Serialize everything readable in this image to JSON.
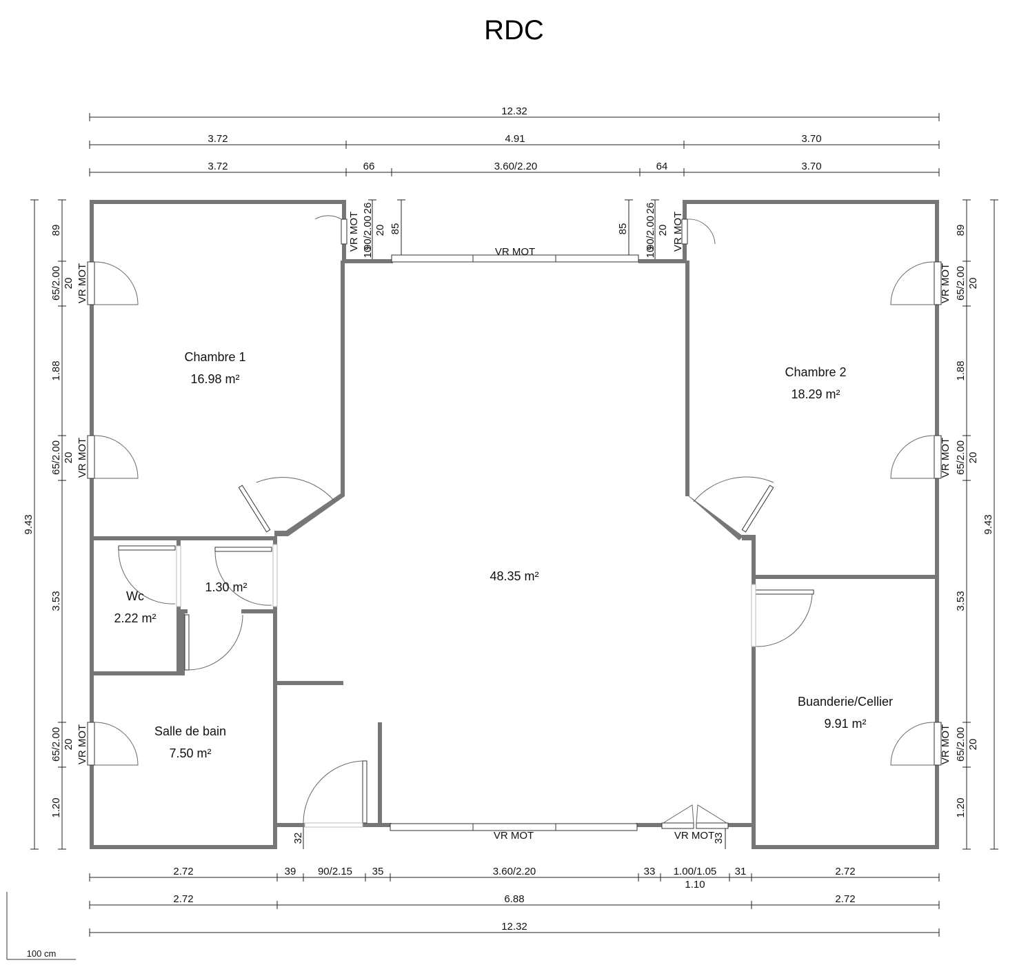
{
  "title": "RDC",
  "scale_label": "100 cm",
  "dimensions": {
    "top_total": "12.32",
    "top_row2": [
      "3.72",
      "4.91",
      "3.70"
    ],
    "top_row3": [
      "3.72",
      "66",
      "3.60/2.20",
      "64",
      "3.70"
    ],
    "bottom_row1": [
      "2.72",
      "39",
      "90/2.15",
      "35",
      "3.60/2.20",
      "33",
      "1.00/1.05",
      "31",
      "2.72"
    ],
    "bottom_row1_sub": "1.10",
    "bottom_row2": [
      "2.72",
      "6.88",
      "2.72"
    ],
    "bottom_total": "12.32",
    "left_total": "9.43",
    "left_parts": [
      "89",
      "20",
      "65/2.00",
      "1.88",
      "20",
      "65/2.00",
      "3.53",
      "20",
      "65/2.00",
      "1.20"
    ],
    "right_total": "9.43",
    "right_parts": [
      "89",
      "20",
      "65/2.00",
      "1.88",
      "20",
      "65/2.00",
      "3.53",
      "20",
      "65/2.00",
      "1.20"
    ],
    "inner_top": [
      "85",
      "85",
      "20",
      "20",
      "10",
      "10",
      "90/2.00",
      "90/2.00",
      "26",
      "26"
    ],
    "inner_bottom": [
      "32",
      "33"
    ]
  },
  "window_label": "VR MOT",
  "rooms": [
    {
      "name": "Chambre 1",
      "area": "16.98 m²"
    },
    {
      "name": "Chambre 2",
      "area": "18.29 m²"
    },
    {
      "name": "Wc",
      "area": "2.22 m²"
    },
    {
      "name": "",
      "area": "1.30 m²"
    },
    {
      "name": "Salle de bain",
      "area": "7.50 m²"
    },
    {
      "name": "",
      "area": "48.35 m²"
    },
    {
      "name": "Buanderie/Cellier",
      "area": "9.91 m²"
    }
  ],
  "colors": {
    "wall": "#777777",
    "line": "#222222"
  }
}
